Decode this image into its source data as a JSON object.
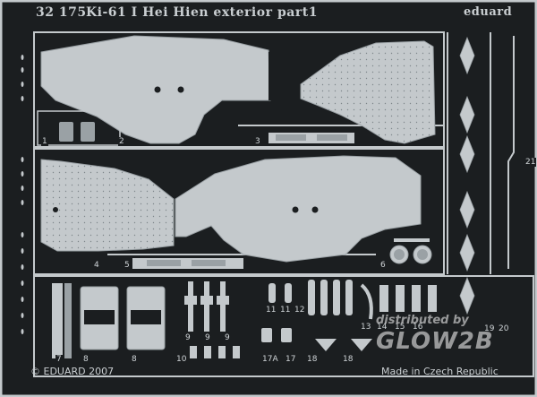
{
  "header": {
    "code": "32 175",
    "title": "Ki-61 I Hei Hien exterior",
    "part": "part1",
    "brand": "eduard"
  },
  "footer": {
    "copyright": "© EDUARD 2007",
    "origin": "Made in Czech Republic"
  },
  "watermark": {
    "line1": "distributed by",
    "line2": "GLOW2B"
  },
  "part_numbers": {
    "p1": "1",
    "p2": "2",
    "p3": "3",
    "p4": "4",
    "p5": "5",
    "p6": "6",
    "p7": "7",
    "p8a": "8",
    "p8b": "8",
    "p9a": "9",
    "p9b": "9",
    "p9c": "9",
    "p10": "10",
    "p11a": "11",
    "p11b": "11",
    "p12": "12",
    "p13": "13",
    "p14": "14",
    "p15": "15",
    "p16": "16",
    "p17": "17",
    "p17a": "17A",
    "p18a": "18",
    "p18b": "18",
    "p19": "19",
    "p20": "20",
    "p21": "21"
  },
  "colors": {
    "sheet_background": "#1b1e20",
    "metal": "#c4c9cc",
    "metal_shade": "#9aa1a5",
    "text": "#c9ced1"
  }
}
